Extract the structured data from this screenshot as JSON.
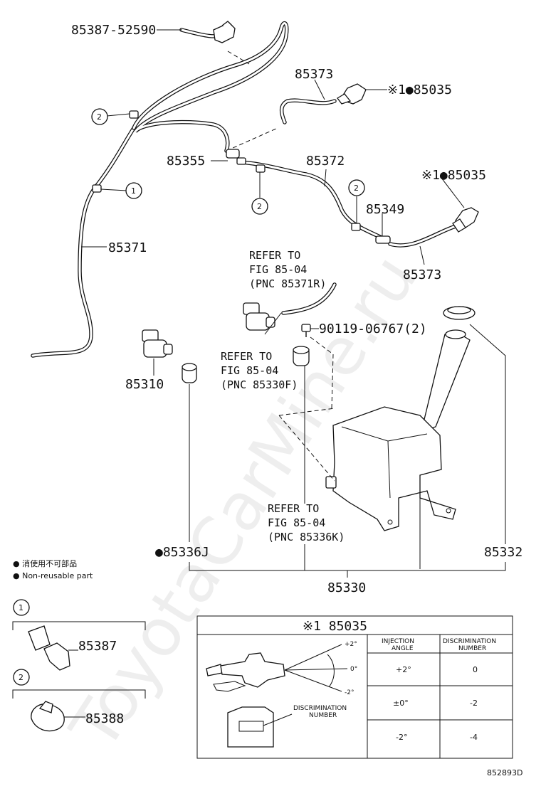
{
  "labels": {
    "p85387_52590": "85387-52590",
    "p85373_top": "85373",
    "p85035_top": "※1●85035",
    "p85355": "85355",
    "p85372": "85372",
    "p85035_right": "※1●85035",
    "p85349": "85349",
    "p85371": "85371",
    "p85373_right": "85373",
    "refer1_l1": "REFER TO",
    "refer1_l2": "FIG 85-04",
    "refer1_l3": "(PNC 85371R)",
    "p90119": "90119-06767(2)",
    "refer2_l1": "REFER TO",
    "refer2_l2": "FIG 85-04",
    "refer2_l3": "(PNC 85330F)",
    "p85310": "85310",
    "refer3_l1": "REFER TO",
    "refer3_l2": "FIG 85-04",
    "refer3_l3": "(PNC 85336K)",
    "p85336J": "●85336J",
    "p85332": "85332",
    "p85330": "85330",
    "p85387": "85387",
    "p85388": "85388",
    "callout1": "1",
    "callout2": "2"
  },
  "legend": {
    "jp": "● 消使用不可部品",
    "en": "● Non-reusable part"
  },
  "detail_box": {
    "title": "※1 85035",
    "angle_top": "+2°",
    "angle_mid": "0°",
    "angle_bot": "-2°",
    "disc_label_1": "DISCRIMINATION",
    "disc_label_2": "NUMBER",
    "col1_header_1": "INJECTION",
    "col1_header_2": "ANGLE",
    "col2_header_1": "DISCRIMINATION",
    "col2_header_2": "NUMBER",
    "rows": [
      {
        "angle": "+2°",
        "number": "0"
      },
      {
        "angle": "±0°",
        "number": "-2"
      },
      {
        "angle": "-2°",
        "number": "-4"
      }
    ]
  },
  "footer_code": "852893D",
  "watermark": "ToyotaCarMine.ru"
}
